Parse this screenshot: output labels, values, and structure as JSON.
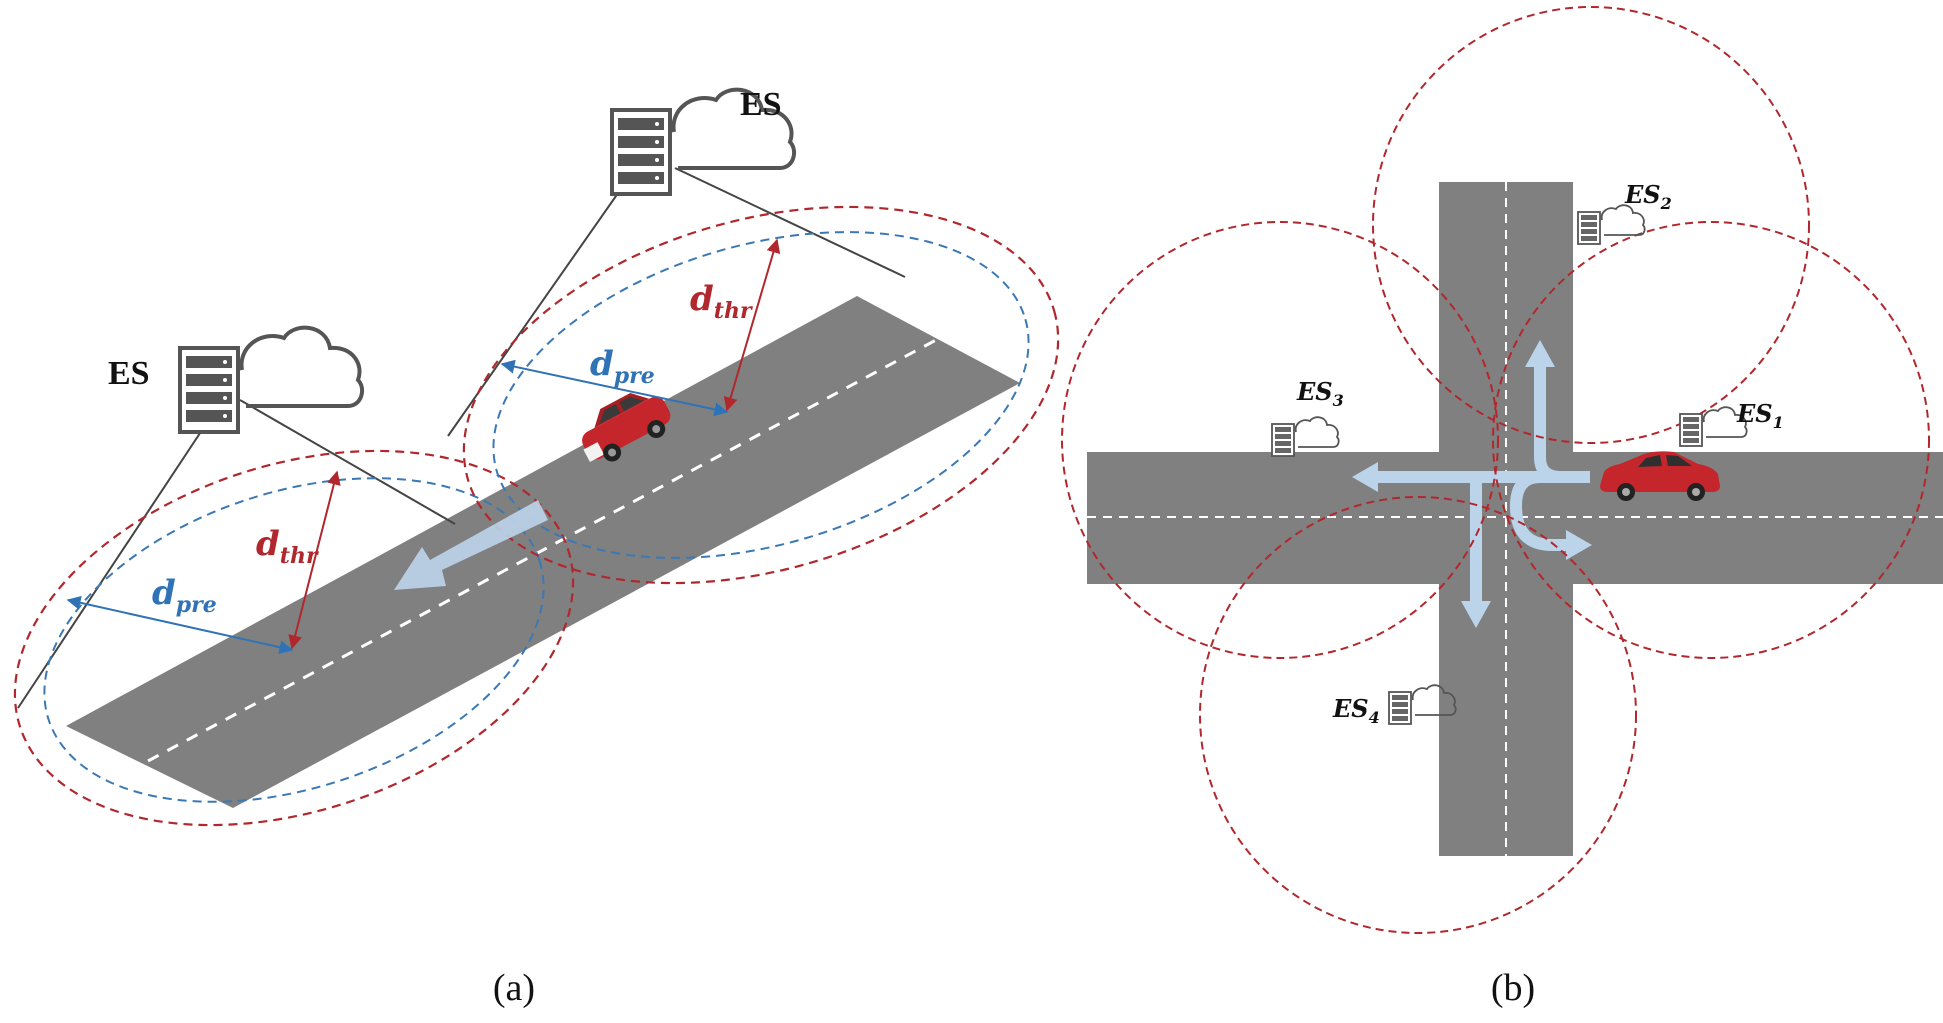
{
  "panel_a": {
    "server_left_label": "ES",
    "server_right_label": "ES",
    "dthr_left": {
      "main": "d",
      "sub": "thr"
    },
    "dpre_left": {
      "main": "d",
      "sub": "pre"
    },
    "dthr_right": {
      "main": "d",
      "sub": "thr"
    },
    "dpre_right": {
      "main": "d",
      "sub": "pre"
    },
    "caption": "(a)"
  },
  "panel_b": {
    "es1": {
      "main": "ES",
      "sub": "1"
    },
    "es2": {
      "main": "ES",
      "sub": "2"
    },
    "es3": {
      "main": "ES",
      "sub": "3"
    },
    "es4": {
      "main": "ES",
      "sub": "4"
    },
    "caption": "(b)"
  },
  "colors": {
    "road": "#808080",
    "coverage_red": "#b0282d",
    "coverage_blue": "#3b78b4",
    "dthr_red": "#b0282d",
    "dpre_blue": "#2f73b6",
    "arrow_light_blue": "#bcd4ea",
    "car_red": "#c4262b"
  },
  "icons": [
    "server-icon",
    "cloud-icon",
    "car-icon",
    "direction-arrow-icon"
  ]
}
